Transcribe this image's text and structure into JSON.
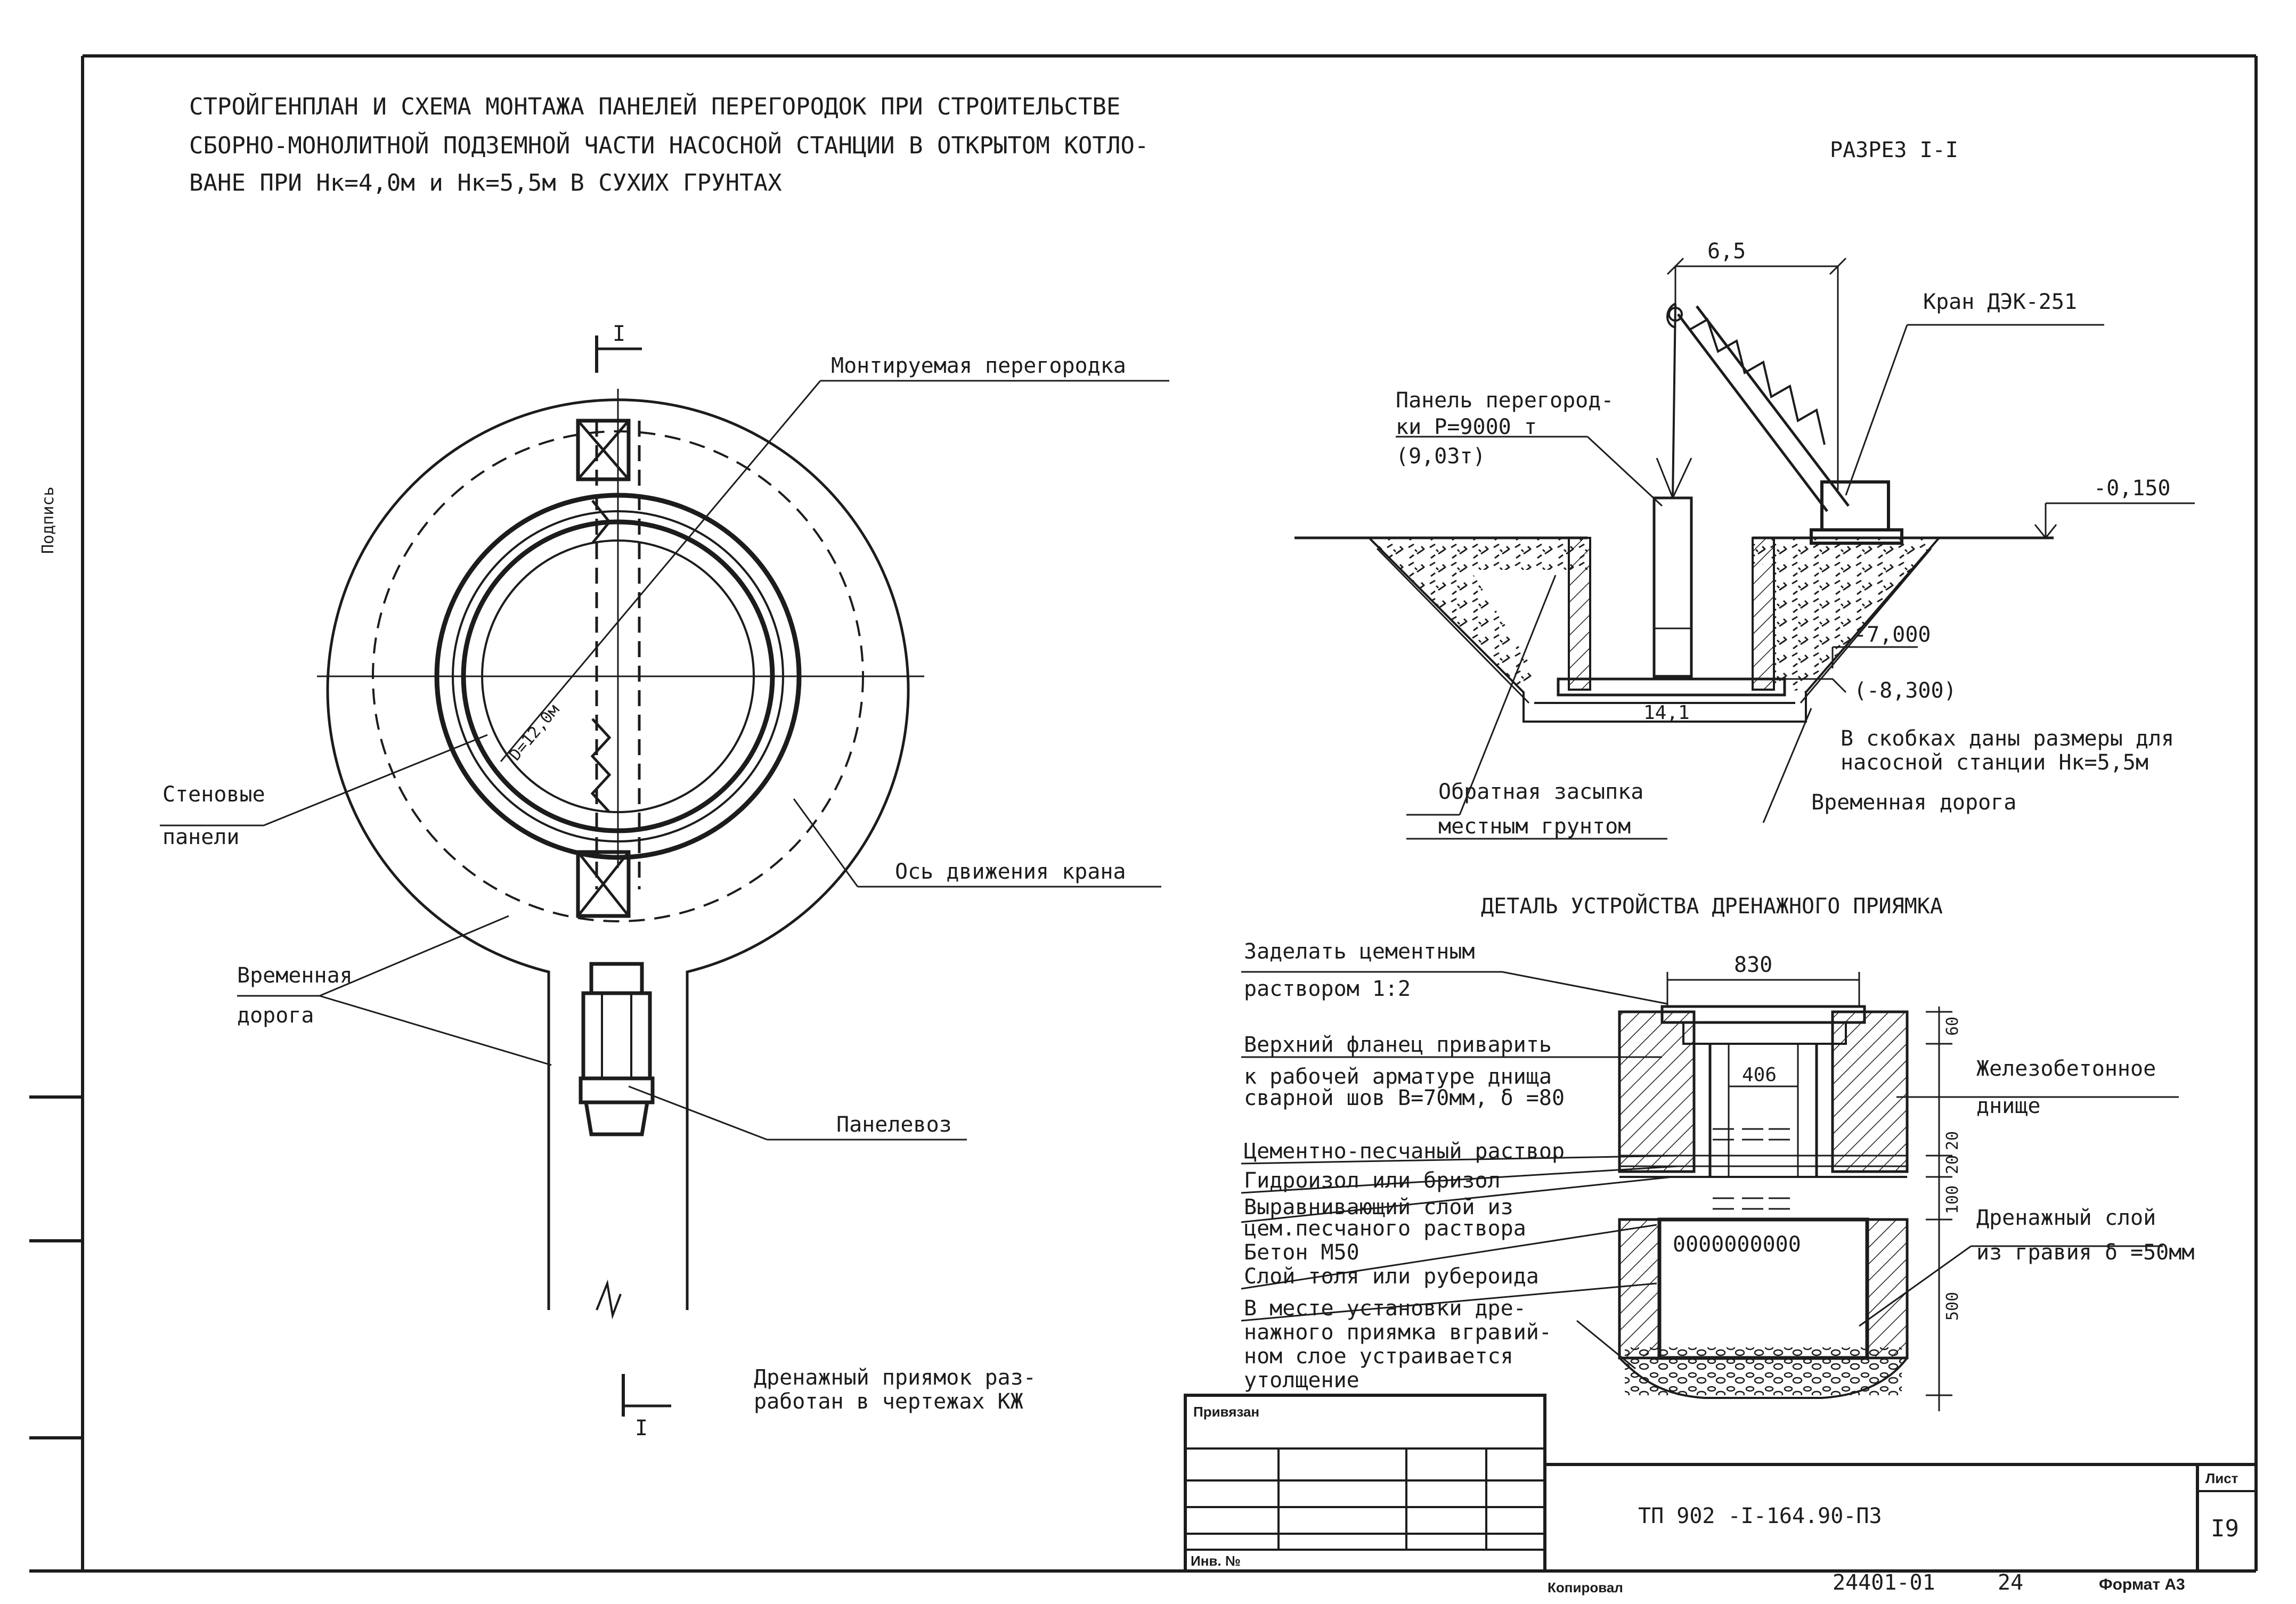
{
  "title": {
    "line1": "СТРОЙГЕНПЛАН И СХЕМА МОНТАЖА ПАНЕЛЕЙ ПЕРЕГОРОДОК ПРИ СТРОИТЕЛЬСТВЕ",
    "line2": "СБОРНО-МОНОЛИТНОЙ ПОДЗЕМНОЙ ЧАСТИ НАСОСНОЙ СТАНЦИИ В ОТКРЫТОМ КОТЛО-",
    "line3": "ВАНЕ ПРИ Нк=4,0м и Нк=5,5м В СУХИХ ГРУНТАХ"
  },
  "margin_text": "Подпись",
  "plan": {
    "section_mark": "I",
    "diameter": "D=12,0м",
    "labels": {
      "partition": "Монтируемая перегородка",
      "wall_panels_1": "Стеновые",
      "wall_panels_2": "панели",
      "crane_axis": "Ось движения крана",
      "temp_road_1": "Временная",
      "temp_road_2": "дорога",
      "panel_truck": "Панелевоз"
    },
    "drain_note_1": "Дренажный приямок раз-",
    "drain_note_2": "работан в чертежах КЖ"
  },
  "section": {
    "title": "РАЗРЕЗ I-I",
    "dim_top": "6,5",
    "crane": "Кран ДЭК-251",
    "panel_1": "Панель перегород-",
    "panel_2": "ки Р=9000 т",
    "panel_3": "(9,03т)",
    "level_top": "-0,150",
    "level_bottom": "-7,000",
    "level_alt": "(-8,300)",
    "dim_bottom": "14,1",
    "note_1": "В скобках даны размеры для",
    "note_2": "насосной станции Нк=5,5м",
    "backfill_1": "Обратная засыпка",
    "backfill_2": "местным грунтом",
    "temp_road": "Временная дорога"
  },
  "detail": {
    "title": "ДЕТАЛЬ УСТРОЙСТВА ДРЕНАЖНОГО ПРИЯМКА",
    "dim_top": "830",
    "dim_inner": "406",
    "dim_60": "60",
    "dim_20": "20",
    "dim_20b": "20",
    "dim_100": "100",
    "dim_500": "500",
    "grate": "0000000000",
    "left_labels": [
      "Заделать цементным",
      "раствором 1:2",
      "Верхний фланец приварить",
      "к рабочей арматуре днища",
      "сварной шов В=70мм, δ =80",
      "Цементно-песчаный раствор",
      "Гидроизол или бризол",
      "Выравнивающий слой из",
      "цем.песчаного раствора",
      "Бетон М50",
      "Слой толя  или рубероида",
      "В месте установки дре-",
      "нажного приямка вгравий-",
      "ном слое устраивается",
      "утолщение"
    ],
    "right_labels": [
      "Железобетонное",
      "днище",
      "Дренажный слой",
      "из гравия δ =50мм"
    ]
  },
  "stamp": {
    "privyazan": "Привязан",
    "inv_no": "Инв. №",
    "code": "ТП 902  -I-164.90-ПЗ",
    "sheet_label": "Лист",
    "sheet_no": "I9",
    "copied": "Копировал",
    "order": "24401-01",
    "num": "24",
    "format": "Формат А3"
  }
}
